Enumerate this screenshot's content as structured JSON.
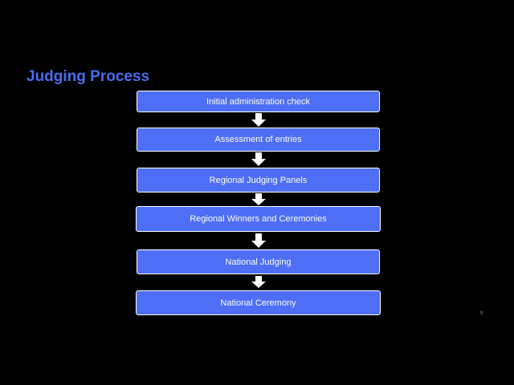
{
  "title": "Judging Process",
  "steps": [
    {
      "label": "Initial administration check"
    },
    {
      "label": "Assessment of entries"
    },
    {
      "label": "Regional Judging Panels"
    },
    {
      "label": "Regional Winners and Ceremonies"
    },
    {
      "label": "National Judging"
    },
    {
      "label": "National Ceremony"
    }
  ],
  "page_number": "9",
  "colors": {
    "title": "#4a6cf0",
    "box_fill": "#4d6ef5",
    "box_border": "#ffffff",
    "background": "#000000",
    "arrow": "#ffffff"
  }
}
